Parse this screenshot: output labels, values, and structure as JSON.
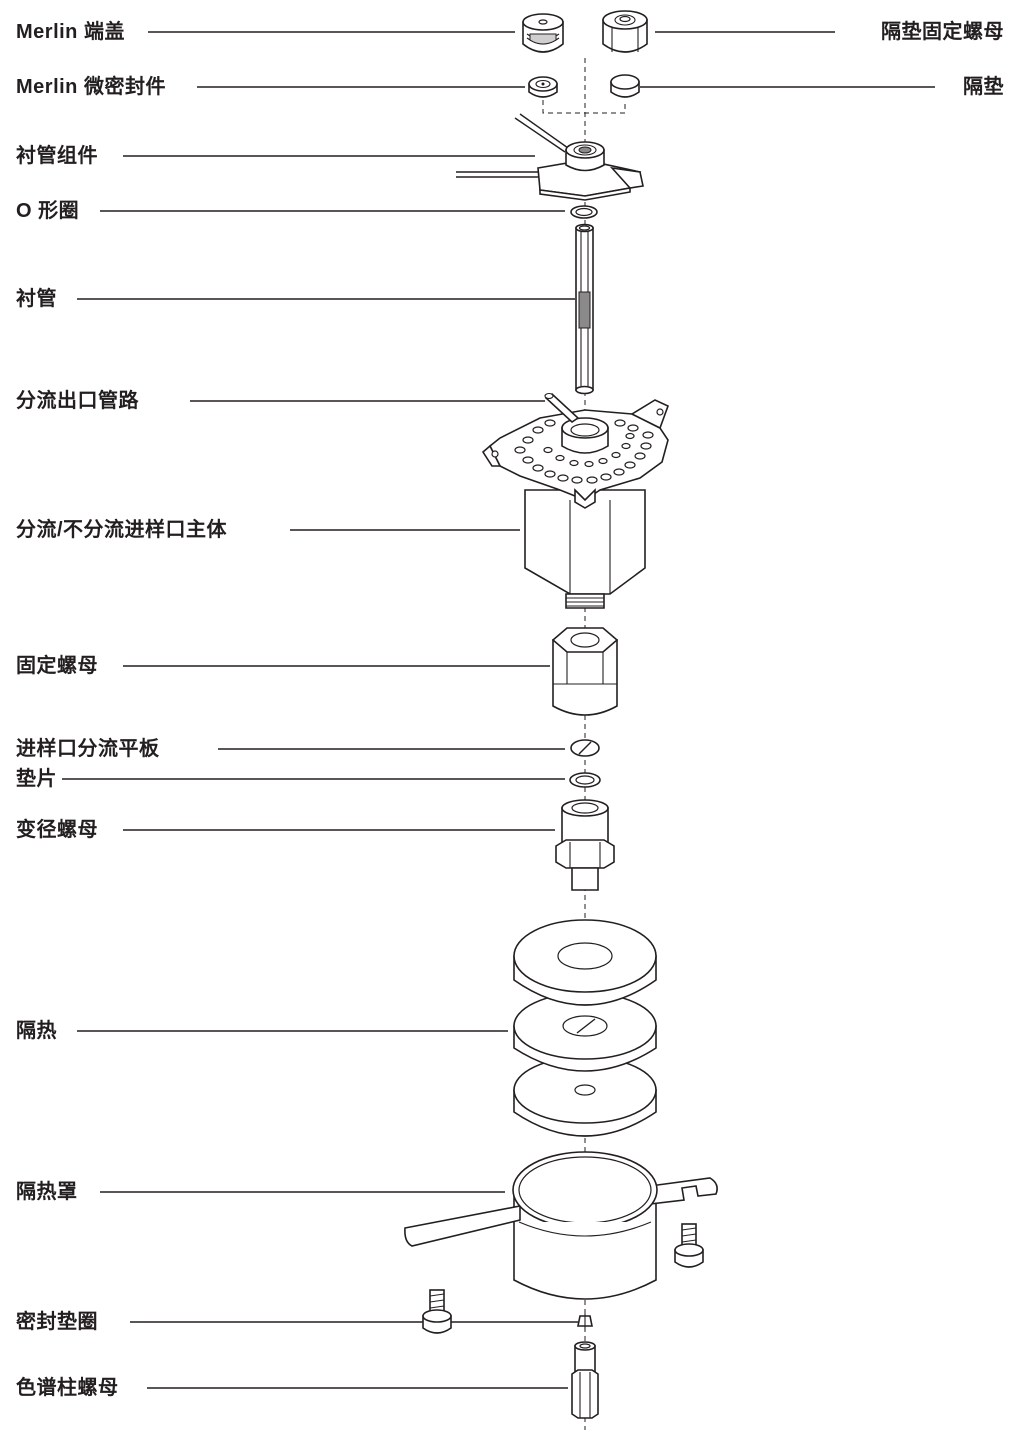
{
  "labels": {
    "merlin_cap": "Merlin 端盖",
    "septum_nut": "隔垫固定螺母",
    "merlin_microseal": "Merlin 微密封件",
    "septum": "隔垫",
    "liner_assembly": "衬管组件",
    "o_ring": "O 形圈",
    "liner": "衬管",
    "split_vent_line": "分流出口管路",
    "inlet_body": "分流/不分流进样口主体",
    "retaining_nut": "固定螺母",
    "split_plate": "进样口分流平板",
    "washer": "垫片",
    "reducing_nut": "变径螺母",
    "insulation": "隔热",
    "insulation_cup": "隔热罩",
    "ferrule": "密封垫圈",
    "column_nut": "色谱柱螺母"
  },
  "colors": {
    "line": "#231f20",
    "background": "#ffffff",
    "shade": "#e8e8e8"
  }
}
